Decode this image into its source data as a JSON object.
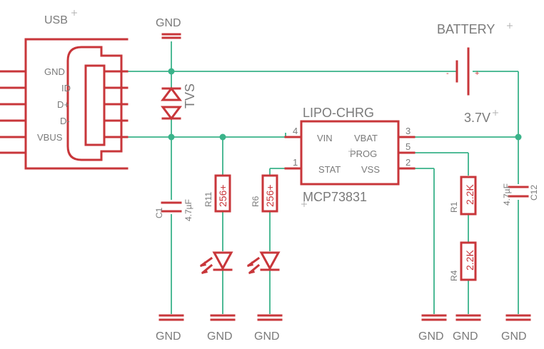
{
  "usb": {
    "title": "USB",
    "pins": [
      "GND",
      "ID",
      "D+",
      "D-",
      "VBUS"
    ]
  },
  "tvs": {
    "label": "TVS"
  },
  "gnd": {
    "label": "GND"
  },
  "battery": {
    "label": "BATTERY",
    "voltage": "3.7V",
    "minus": "-",
    "plus": "+"
  },
  "ic": {
    "name": "LIPO-CHRG",
    "part": "MCP73831",
    "pin_vin": "VIN",
    "pin_vbat": "VBAT",
    "pin_prog": "PROG",
    "pin_stat": "STAT",
    "pin_vss": "VSS",
    "num_vin": "4",
    "num_vbat": "3",
    "num_prog": "5",
    "num_stat": "1",
    "num_vss": "2"
  },
  "c1": {
    "ref": "C1",
    "value": "4.7µF"
  },
  "c12": {
    "ref": "C12",
    "value": "4.7µF"
  },
  "r11": {
    "ref": "R11",
    "value": "256+"
  },
  "r6": {
    "ref": "R6",
    "value": "256+"
  },
  "r1": {
    "ref": "R1",
    "value": "2.2K"
  },
  "r4": {
    "ref": "R4",
    "value": "2.2K"
  }
}
